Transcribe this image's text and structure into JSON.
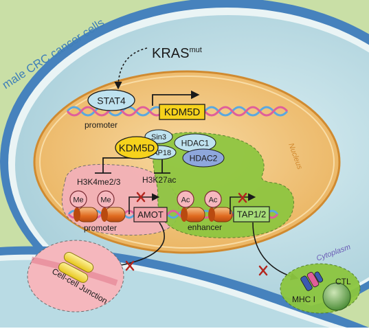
{
  "labels": {
    "cell_title": "male CRC cancer cells",
    "kras": "KRAS",
    "kras_sup": "mut",
    "stat4": "STAT4",
    "promoter_top": "promoter",
    "kdm5d_gene": "KDM5D",
    "kdm5d_protein": "KDM5D",
    "sin3": "Sin3",
    "sap18": "SAP18",
    "hdac1": "HDAC1",
    "hdac2": "HDAC2",
    "nucleus": "Nucleus",
    "h3k4": "H3K4me2/3",
    "h3k27": "H3K27ac",
    "me1": "Me",
    "me2": "Me",
    "ac1": "Ac",
    "ac2": "Ac",
    "promoter_bottom": "promoter",
    "amot": "AMOT",
    "enhancer": "enhancer",
    "tap": "TAP1/2",
    "cytoplasm": "Cytoplasm",
    "junction": "Cell-cell Junction",
    "mhc": "MHC I",
    "ctl": "CTL"
  },
  "colors": {
    "background": "#c9dfa6",
    "membrane": "#3f7fb8",
    "cytoplasm": "#b9dbe4",
    "nucleus": "#f0c070",
    "nucleus_edge": "#d28f33",
    "kdm5d_box": "#f6d21c",
    "stat4": "#bfe2ef",
    "red_region": "#f3b6bc",
    "green_region": "#8cc63f",
    "hdac2": "#8ea7dc",
    "inhibit": "#b3261e"
  }
}
